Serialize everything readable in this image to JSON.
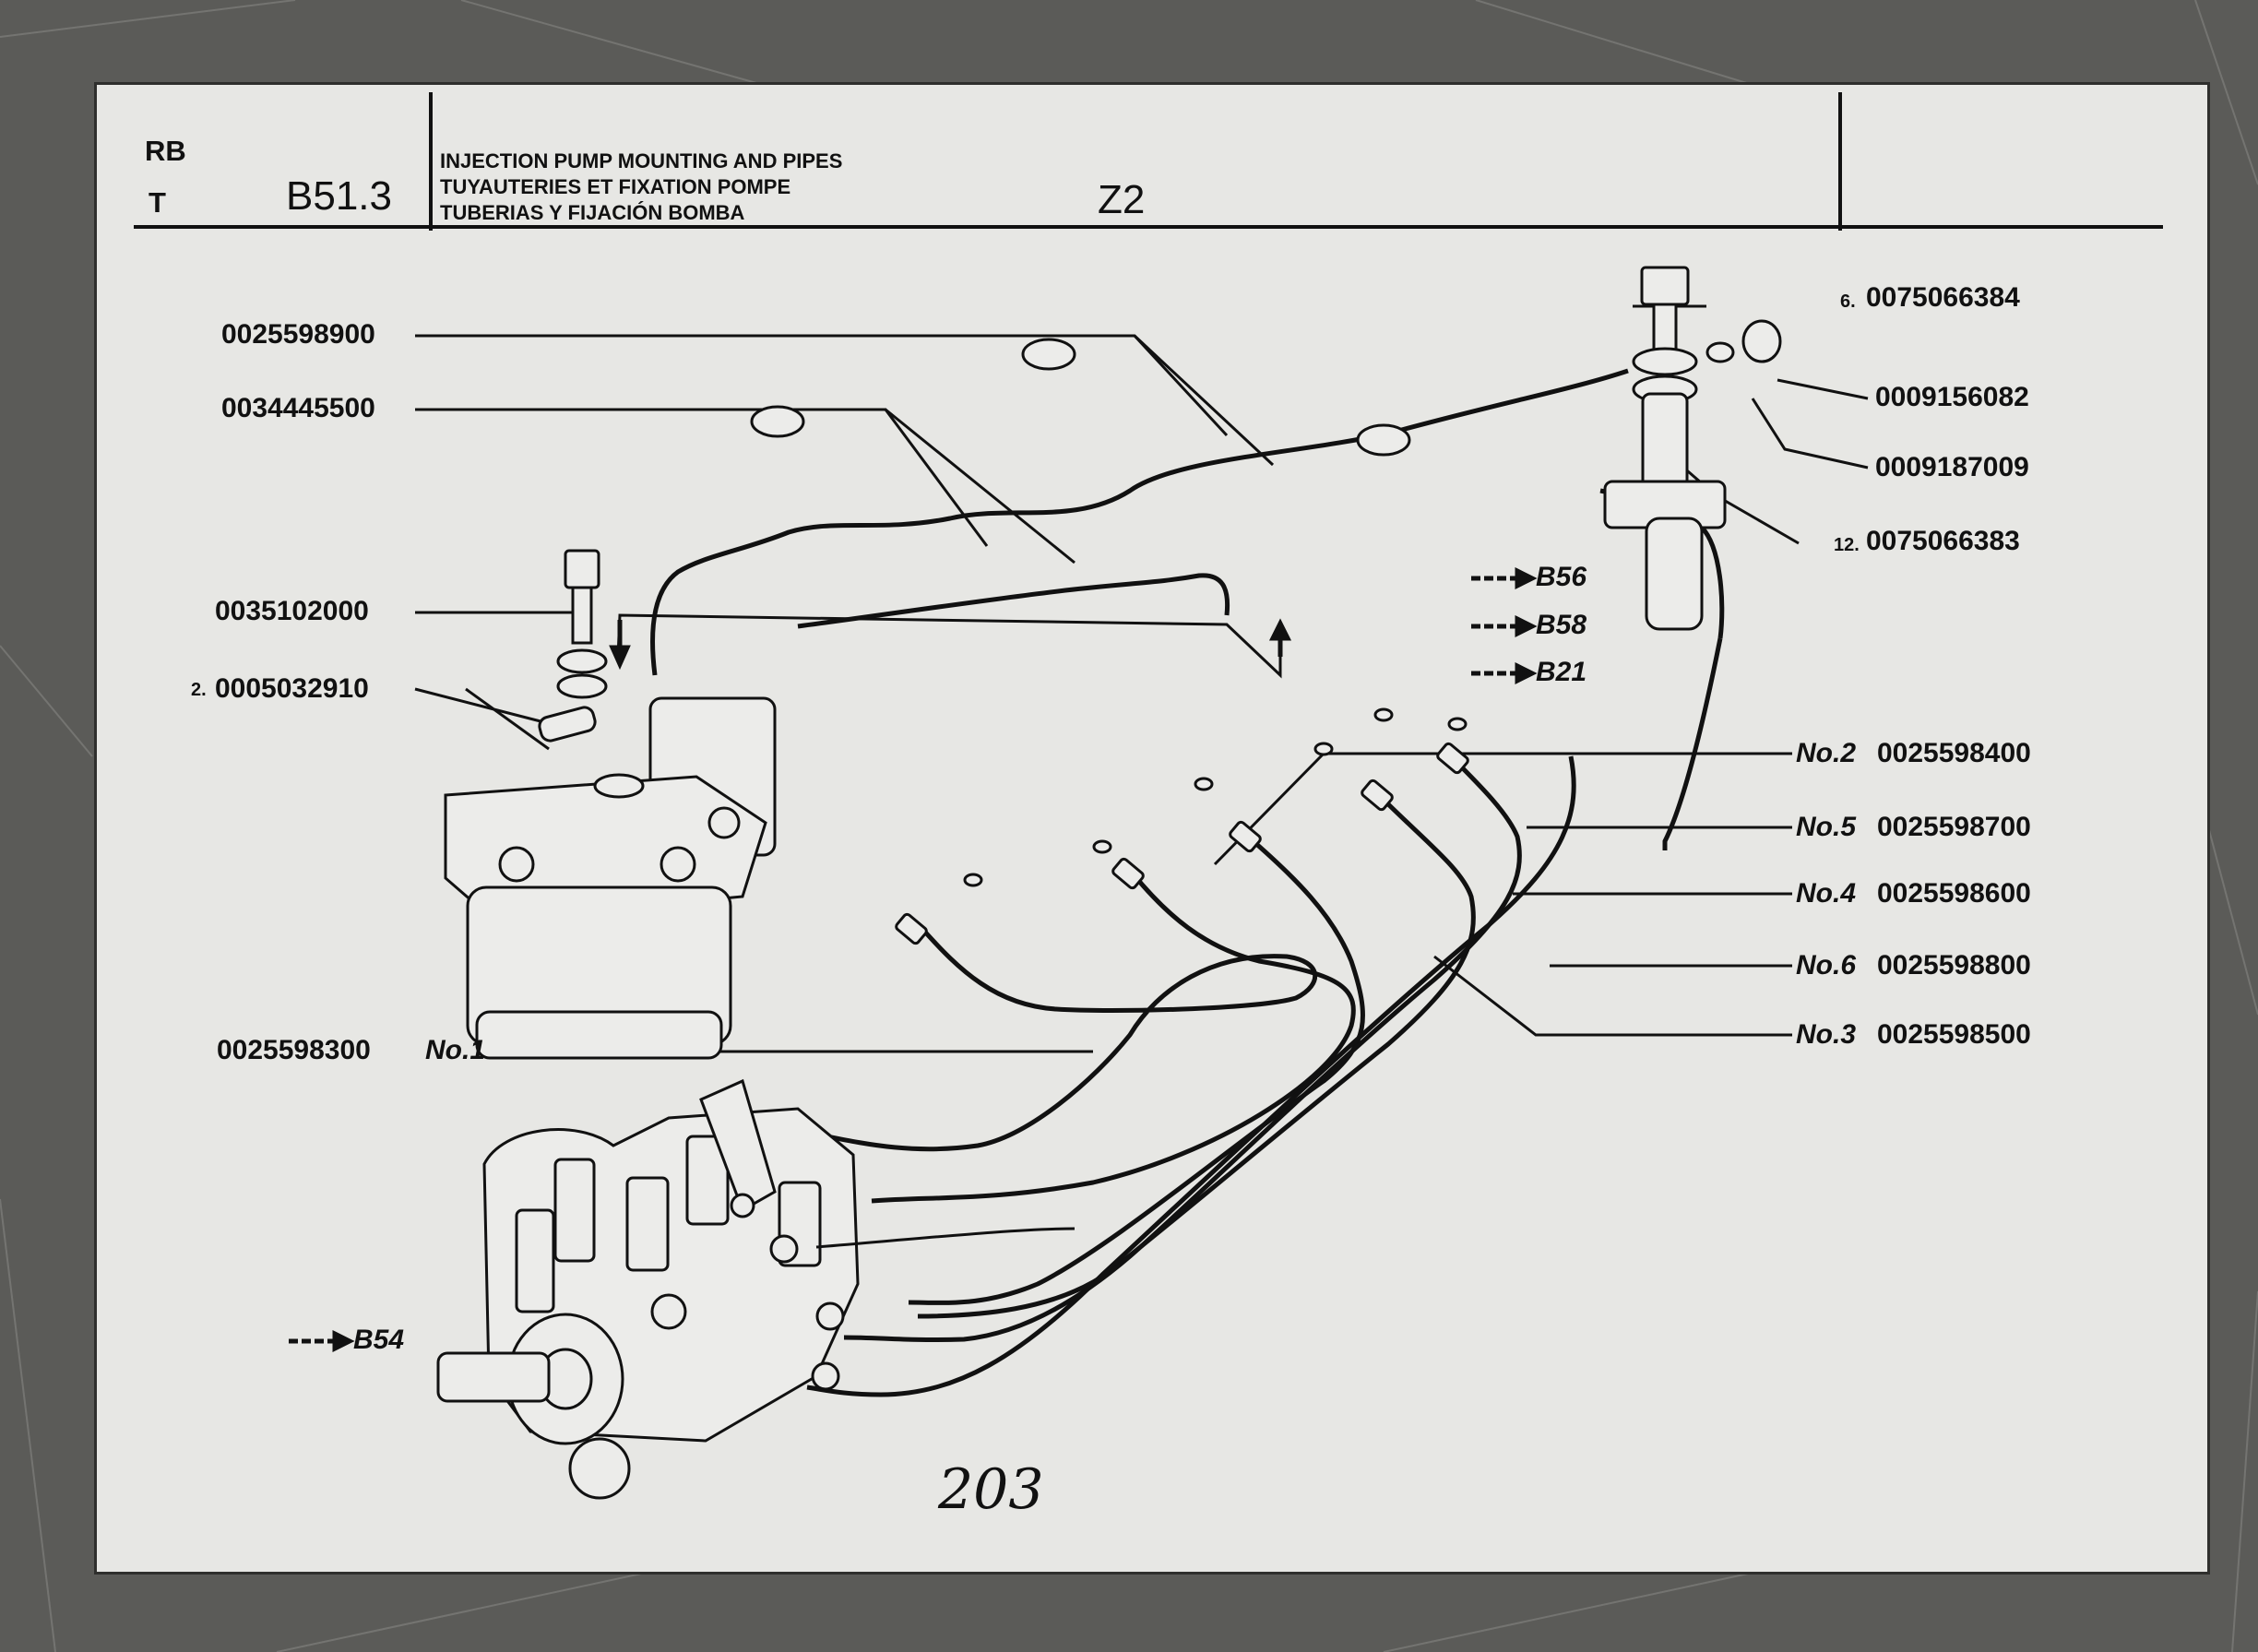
{
  "header": {
    "rb": "RB",
    "t": "T",
    "code": "B51.3",
    "title_en": "INJECTION PUMP MOUNTING AND PIPES",
    "title_fr": "TUYAUTERIES ET FIXATION POMPE",
    "title_es": "TUBERIAS Y FIJACIÓN BOMBA",
    "model": "Z2"
  },
  "parts_left": [
    {
      "ref": "",
      "number": "0025598900"
    },
    {
      "ref": "",
      "number": "0034445500"
    },
    {
      "ref": "",
      "number": "0035102000"
    },
    {
      "ref": "2.",
      "number": "0005032910"
    },
    {
      "ref": "No.1",
      "number": "0025598300"
    }
  ],
  "parts_right": [
    {
      "ref": "6.",
      "number": "0075066384"
    },
    {
      "ref": "",
      "number": "0009156082"
    },
    {
      "ref": "",
      "number": "0009187009"
    },
    {
      "ref": "12.",
      "number": "0075066383"
    },
    {
      "ref": "No.2",
      "number": "0025598400"
    },
    {
      "ref": "No.5",
      "number": "0025598700"
    },
    {
      "ref": "No.4",
      "number": "0025598600"
    },
    {
      "ref": "No.6",
      "number": "0025598800"
    },
    {
      "ref": "No.3",
      "number": "0025598500"
    }
  ],
  "cross_refs": [
    "B56",
    "B58",
    "B21",
    "B54"
  ],
  "handwritten_page": "203",
  "colors": {
    "paper": "#e7e7e4",
    "ink": "#111111",
    "background": "#5b5b58"
  }
}
